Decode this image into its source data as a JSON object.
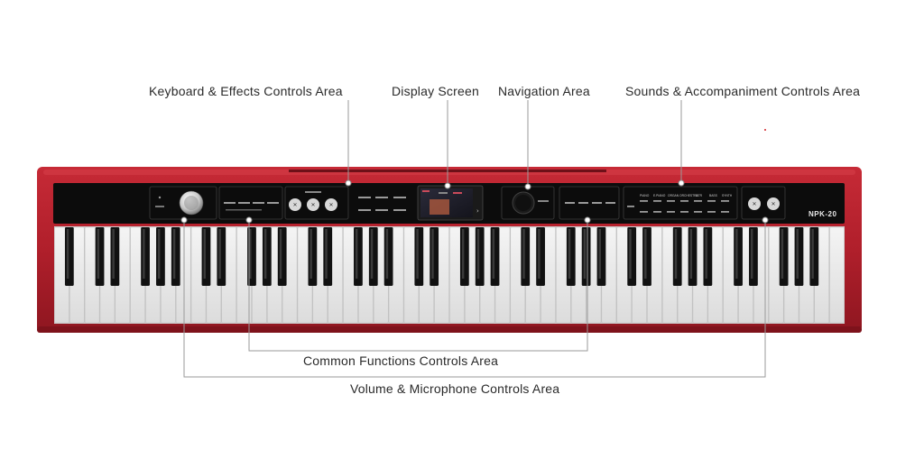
{
  "callouts": {
    "keyboard_effects": "Keyboard & Effects Controls Area",
    "display_screen": "Display Screen",
    "navigation": "Navigation Area",
    "sounds_accompaniment": "Sounds & Accompaniment Controls Area",
    "common_functions": "Common Functions Controls Area",
    "volume_microphone": "Volume & Microphone Controls Area"
  },
  "instrument": {
    "model": "NPK-20",
    "sound_buttons": [
      "PIANO",
      "E.PIANO",
      "ORGAN",
      "ORCHESTRA",
      "GTR",
      "BASS",
      "SYNTH"
    ]
  },
  "colors": {
    "body_red": "#b3212d",
    "panel_black": "#0c0c0c",
    "callout_line": "#9a9a9a",
    "text": "#2a2a2a"
  }
}
